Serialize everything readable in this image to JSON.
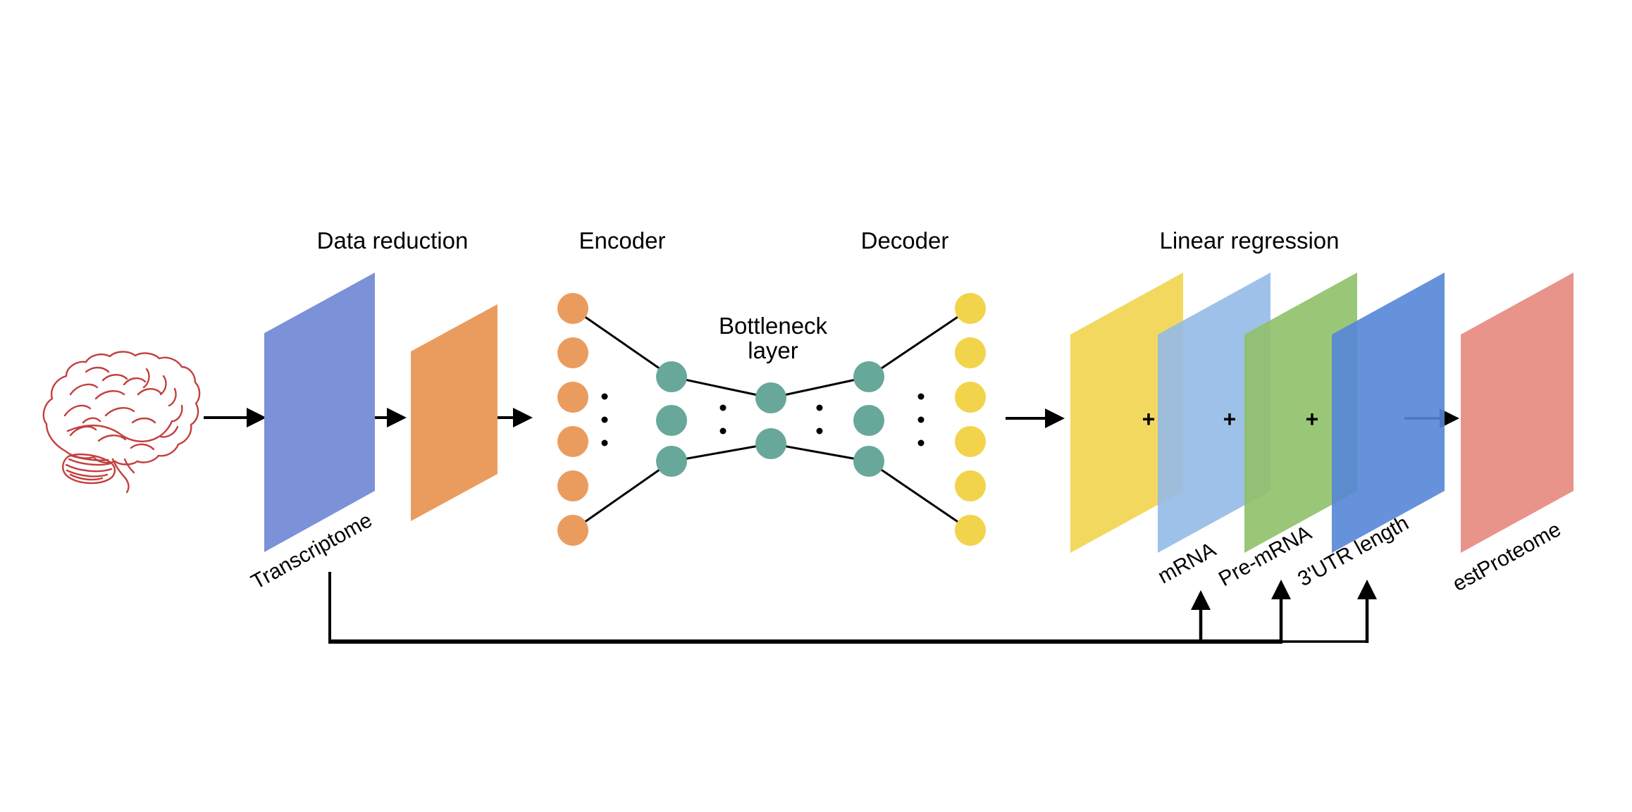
{
  "stages": {
    "data_reduction": "Data reduction",
    "encoder": "Encoder",
    "bottleneck_line1": "Bottleneck",
    "bottleneck_line2": "layer",
    "decoder": "Decoder",
    "linear_regression": "Linear regression"
  },
  "io_labels": {
    "input": "Transcriptome",
    "regressor_1": "mRNA",
    "regressor_2": "Pre-mRNA",
    "regressor_3": "3'UTR length",
    "output": "estProteome",
    "plus": "+"
  },
  "network": {
    "input_nodes": 6,
    "encoder_hidden_nodes": 3,
    "bottleneck_nodes": 2,
    "decoder_hidden_nodes": 3,
    "output_nodes": 6
  },
  "colors": {
    "brain_outline": "#c2403e",
    "transcriptome_panel": "#7b92d8",
    "reduced_panel": "#ea9c5f",
    "input_layer": "#ea9c5f",
    "hidden_layer": "#67a89a",
    "output_layer": "#f1d44c",
    "stack_yellow_panel": "#f1d44c",
    "stack_lightblue_panel": "#93bae8",
    "stack_green_panel": "#8fc069",
    "stack_blue_panel": "#5585d7",
    "est_proteome_panel": "#e8948b",
    "line_black": "#000000"
  }
}
